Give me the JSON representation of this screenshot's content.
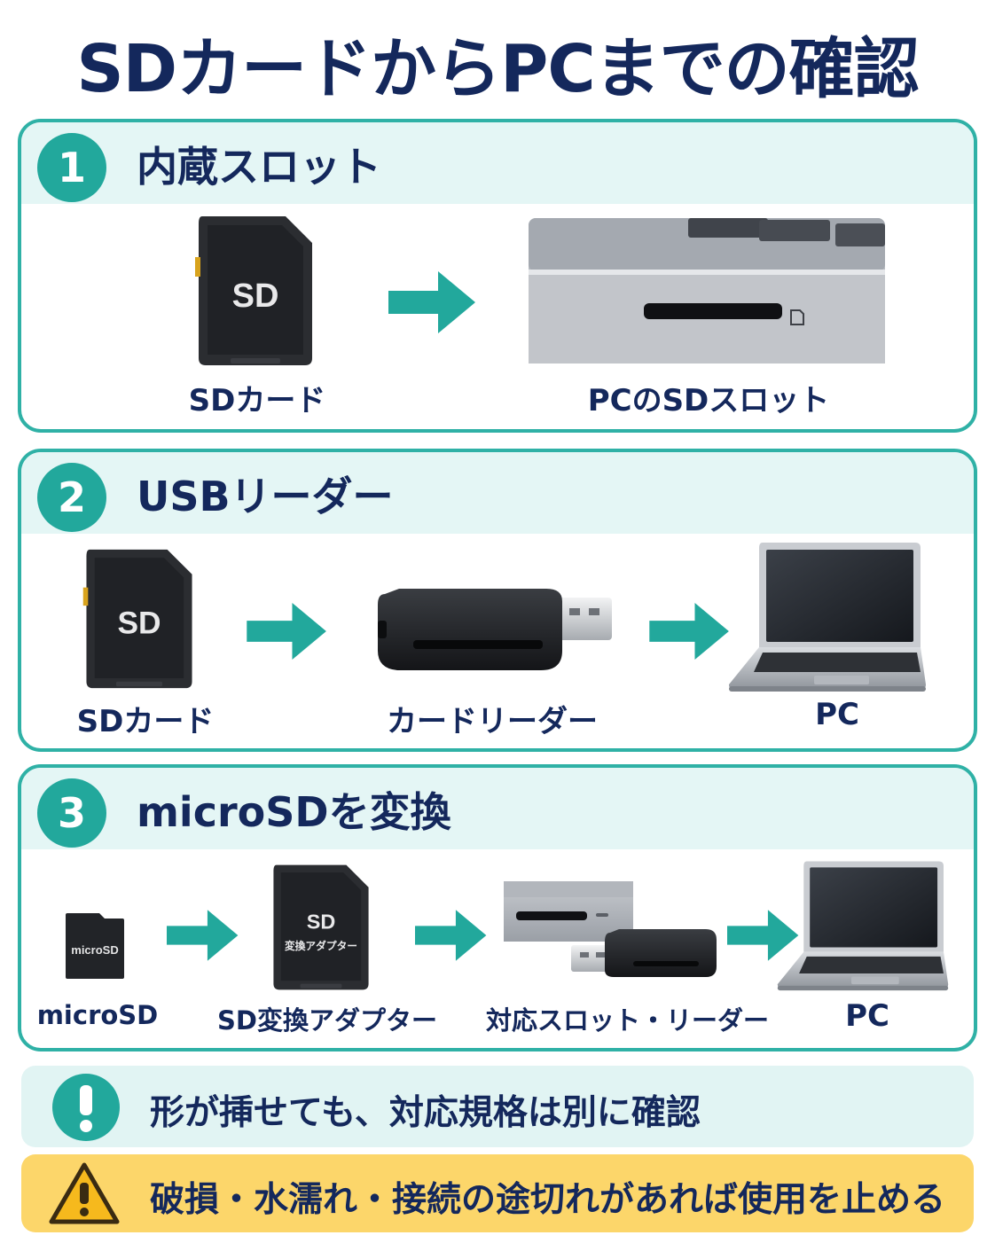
{
  "title": "SDカードからPCまでの確認",
  "colors": {
    "accent": "#22a89c",
    "navy": "#14285c",
    "panel_bg": "#e4f6f5",
    "warning": "#fcd66a"
  },
  "sections": [
    {
      "number": "1",
      "title": "内蔵スロット",
      "items": [
        {
          "label": "SDカード",
          "card_text": "SD",
          "icon": "sd-card-icon"
        },
        {
          "label": "PCのSDスロット",
          "icon": "pc-sd-slot-icon"
        }
      ]
    },
    {
      "number": "2",
      "title": "USBリーダー",
      "items": [
        {
          "label": "SDカード",
          "card_text": "SD",
          "icon": "sd-card-icon"
        },
        {
          "label": "カードリーダー",
          "icon": "usb-card-reader-icon"
        },
        {
          "label": "PC",
          "icon": "laptop-icon"
        }
      ]
    },
    {
      "number": "3",
      "title": "microSDを変換",
      "items": [
        {
          "label": "microSD",
          "card_text": "microSD",
          "icon": "microsd-card-icon"
        },
        {
          "label": "SD変換アダプター",
          "card_text": "SD",
          "card_subtext": "変換アダプター",
          "icon": "sd-adapter-icon"
        },
        {
          "label": "対応スロット・リーダー",
          "icon": "slot-and-reader-icon"
        },
        {
          "label": "PC",
          "icon": "laptop-icon"
        }
      ]
    }
  ],
  "notes": [
    {
      "icon": "exclamation-icon",
      "text": "形が挿せても、対応規格は別に確認"
    },
    {
      "icon": "warning-icon",
      "text": "破損・水濡れ・接続の途切れがあれば使用を止める"
    }
  ]
}
